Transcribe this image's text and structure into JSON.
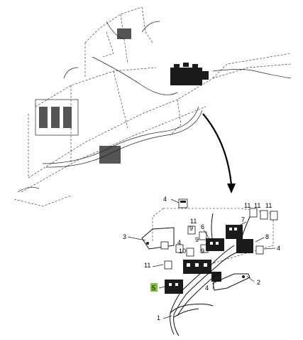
{
  "callouts": [
    {
      "id": "c4a",
      "label": "4"
    },
    {
      "id": "c3",
      "label": "3"
    },
    {
      "id": "c11a",
      "label": "11"
    },
    {
      "id": "c6",
      "label": "6"
    },
    {
      "id": "c9a",
      "label": "9"
    },
    {
      "id": "c4b",
      "label": "4"
    },
    {
      "id": "c9b",
      "label": "9"
    },
    {
      "id": "c10",
      "label": "10"
    },
    {
      "id": "c9c",
      "label": "9"
    },
    {
      "id": "c11b",
      "label": "11"
    },
    {
      "id": "c7",
      "label": "7"
    },
    {
      "id": "c11c",
      "label": "11"
    },
    {
      "id": "c11d",
      "label": "11"
    },
    {
      "id": "c11e",
      "label": "11"
    },
    {
      "id": "c8",
      "label": "8"
    },
    {
      "id": "c4c",
      "label": "4"
    },
    {
      "id": "c4d",
      "label": "4"
    },
    {
      "id": "c2",
      "label": "2"
    },
    {
      "id": "c5",
      "label": "5",
      "highlighted": true
    },
    {
      "id": "c1",
      "label": "1"
    }
  ],
  "colors": {
    "highlight": "#7fbf3f",
    "ink": "#111111",
    "background": "#ffffff"
  }
}
